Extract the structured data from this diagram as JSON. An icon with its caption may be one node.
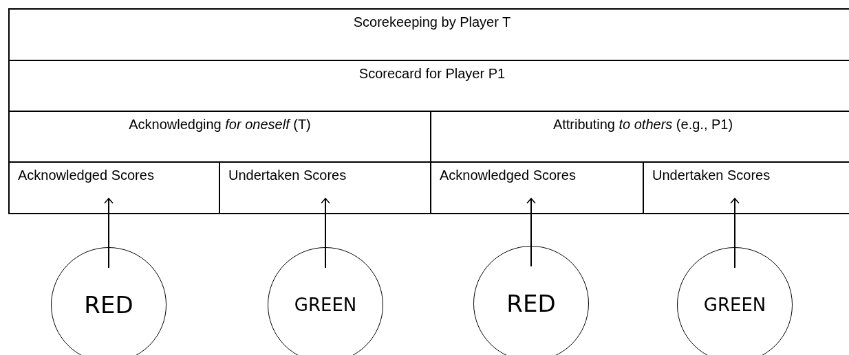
{
  "diagram": {
    "nodes": [
      {
        "text": [
          "Scorekeeping by Player T"
        ]
      },
      {
        "text": [
          "Scorecard for Player P1"
        ],
        "in": 0
      },
      {
        "text": [
          "Acknowledging *for oneself* (T)"
        ],
        "in": 1
      },
      {
        "text": [
          "Attributing *to others* (e.g., P1)"
        ],
        "in": 1
      },
      {
        "text": [
          "Acknowledged Scores"
        ],
        "in": 2
      },
      {
        "text": [
          "Undertaken Scores"
        ],
        "in": 2
      },
      {
        "text": [
          "Acknowledged Scores"
        ],
        "in": 3
      },
      {
        "text": [
          "Undertaken Scores"
        ],
        "in": 3
      },
      {
        "text": [
          "RED"
        ]
      },
      {
        "text": [
          "GREEN"
        ]
      },
      {
        "text": [
          "RED"
        ]
      },
      {
        "text": [
          "GREEN"
        ]
      }
    ],
    "edges": [
      {
        "from": 8,
        "to": 4,
        "arrow": "to"
      },
      {
        "from": 9,
        "to": 5,
        "arrow": "to"
      },
      {
        "from": 10,
        "to": 6,
        "arrow": "to"
      },
      {
        "from": 11,
        "to": 7,
        "arrow": "to"
      }
    ]
  }
}
